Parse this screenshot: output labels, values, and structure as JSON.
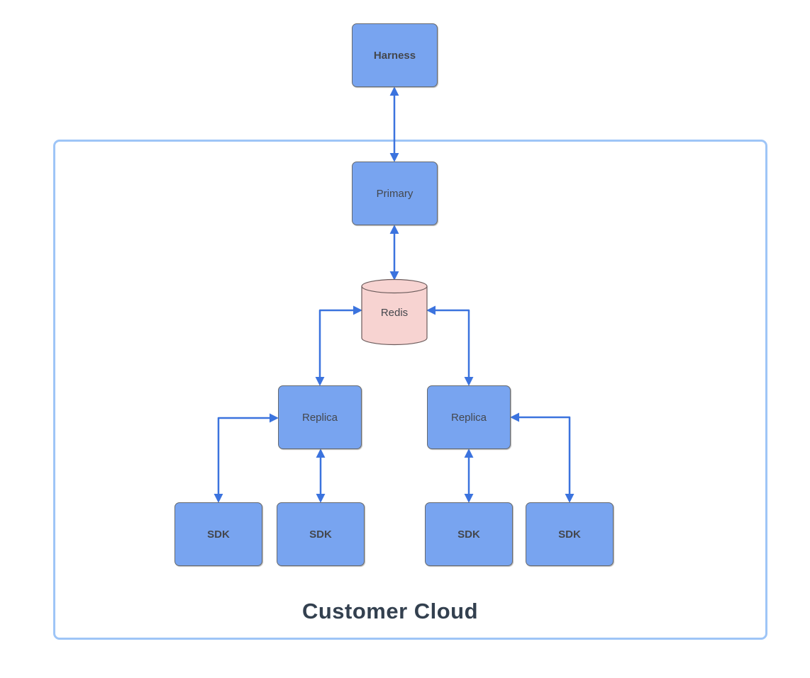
{
  "page": {
    "background": "#FFFFFF"
  },
  "colors": {
    "node_fill": "#78A4F0",
    "node_border": "#66696D",
    "node_text": "#44474D",
    "redis_fill": "#F7D3D1",
    "redis_border": "#6B5B5B",
    "arrow": "#3B73DE",
    "container_border": "#9EC5F7",
    "caption_text": "#33404F"
  },
  "diagram": {
    "container": {
      "label": "Customer Cloud"
    },
    "nodes": [
      {
        "id": "harness",
        "label": "Harness",
        "shape": "rectangle",
        "emphasis": "bold"
      },
      {
        "id": "primary",
        "label": "Primary",
        "shape": "rectangle",
        "emphasis": "regular"
      },
      {
        "id": "redis",
        "label": "Redis",
        "shape": "cylinder",
        "emphasis": "regular"
      },
      {
        "id": "replica-left",
        "label": "Replica",
        "shape": "rectangle",
        "emphasis": "regular"
      },
      {
        "id": "replica-right",
        "label": "Replica",
        "shape": "rectangle",
        "emphasis": "regular"
      },
      {
        "id": "sdk-1",
        "label": "SDK",
        "shape": "rectangle",
        "emphasis": "bold"
      },
      {
        "id": "sdk-2",
        "label": "SDK",
        "shape": "rectangle",
        "emphasis": "bold"
      },
      {
        "id": "sdk-3",
        "label": "SDK",
        "shape": "rectangle",
        "emphasis": "bold"
      },
      {
        "id": "sdk-4",
        "label": "SDK",
        "shape": "rectangle",
        "emphasis": "bold"
      }
    ],
    "edges": [
      {
        "from": "harness",
        "to": "primary",
        "style": "straight-vertical",
        "bidirectional": true
      },
      {
        "from": "primary",
        "to": "redis",
        "style": "straight-vertical",
        "bidirectional": true
      },
      {
        "from": "replica-left",
        "to": "redis",
        "style": "elbow",
        "bidirectional": true
      },
      {
        "from": "replica-right",
        "to": "redis",
        "style": "elbow",
        "bidirectional": true
      },
      {
        "from": "sdk-1",
        "to": "replica-left",
        "style": "elbow",
        "bidirectional": true
      },
      {
        "from": "sdk-2",
        "to": "replica-left",
        "style": "straight-vertical",
        "bidirectional": true
      },
      {
        "from": "sdk-3",
        "to": "replica-right",
        "style": "straight-vertical",
        "bidirectional": true
      },
      {
        "from": "sdk-4",
        "to": "replica-right",
        "style": "elbow",
        "bidirectional": true
      }
    ]
  }
}
